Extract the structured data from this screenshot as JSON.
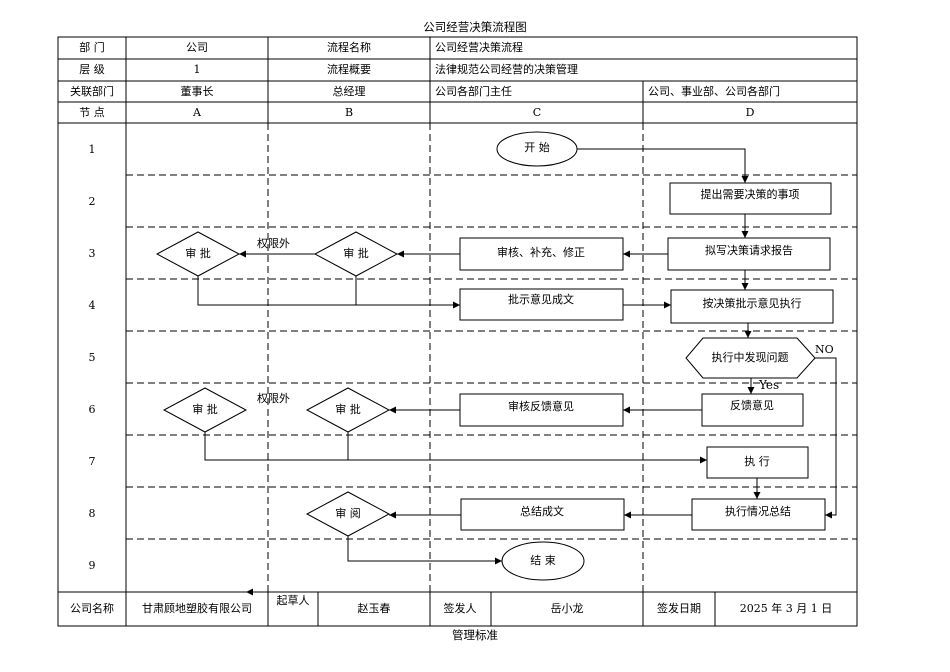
{
  "title": "公司经营决策流程图",
  "footer_text": "管理标准",
  "header": {
    "row1": {
      "dept_label": "部  门",
      "dept_value": "公司",
      "name_label": "流程名称",
      "name_value": "公司经营决策流程"
    },
    "row2": {
      "level_label": "层  级",
      "level_value": "1",
      "summary_label": "流程概要",
      "summary_value": "法律规范公司经营的决策管理"
    },
    "row3": {
      "related_label": "关联部门",
      "role_a": "董事长",
      "role_b": "总经理",
      "role_c": "公司各部门主任",
      "role_d": "公司、事业部、公司各部门"
    },
    "row4": {
      "node_label": "节  点",
      "col_a": "A",
      "col_b": "B",
      "col_c": "C",
      "col_d": "D"
    }
  },
  "rows": [
    "1",
    "2",
    "3",
    "4",
    "5",
    "6",
    "7",
    "8",
    "9"
  ],
  "nodes": {
    "start": "开  始",
    "propose": "提出需要决策的事项",
    "draft_report": "拟写决策请求报告",
    "review_supplement": "审核、补充、修正",
    "approve_b_3": "审    批",
    "approve_a_3": "审    批",
    "beyond_authority_1": "权限外",
    "opinion_doc": "批示意见成文",
    "execute_by_opinion": "按决策批示意见执行",
    "problem_found": "执行中发现问题",
    "no_label": "NO",
    "yes_label": "Yes",
    "feedback": "反馈意见",
    "review_feedback": "审核反馈意见",
    "approve_b_6": "审    批",
    "approve_a_6": "审    批",
    "beyond_authority_2": "权限外",
    "execute": "执    行",
    "execution_summary": "执行情况总结",
    "summary_doc": "总结成文",
    "review_read": "审    阅",
    "end": "结  束"
  },
  "bottom": {
    "company_label": "公司名称",
    "company_value": "甘肃顾地塑胶有限公司",
    "drafter_label": "起草人",
    "drafter_value": "赵玉春",
    "issuer_label": "签发人",
    "issuer_value": "岳小龙",
    "date_label": "签发日期",
    "date_value": "2025 年 3 月 1 日"
  }
}
